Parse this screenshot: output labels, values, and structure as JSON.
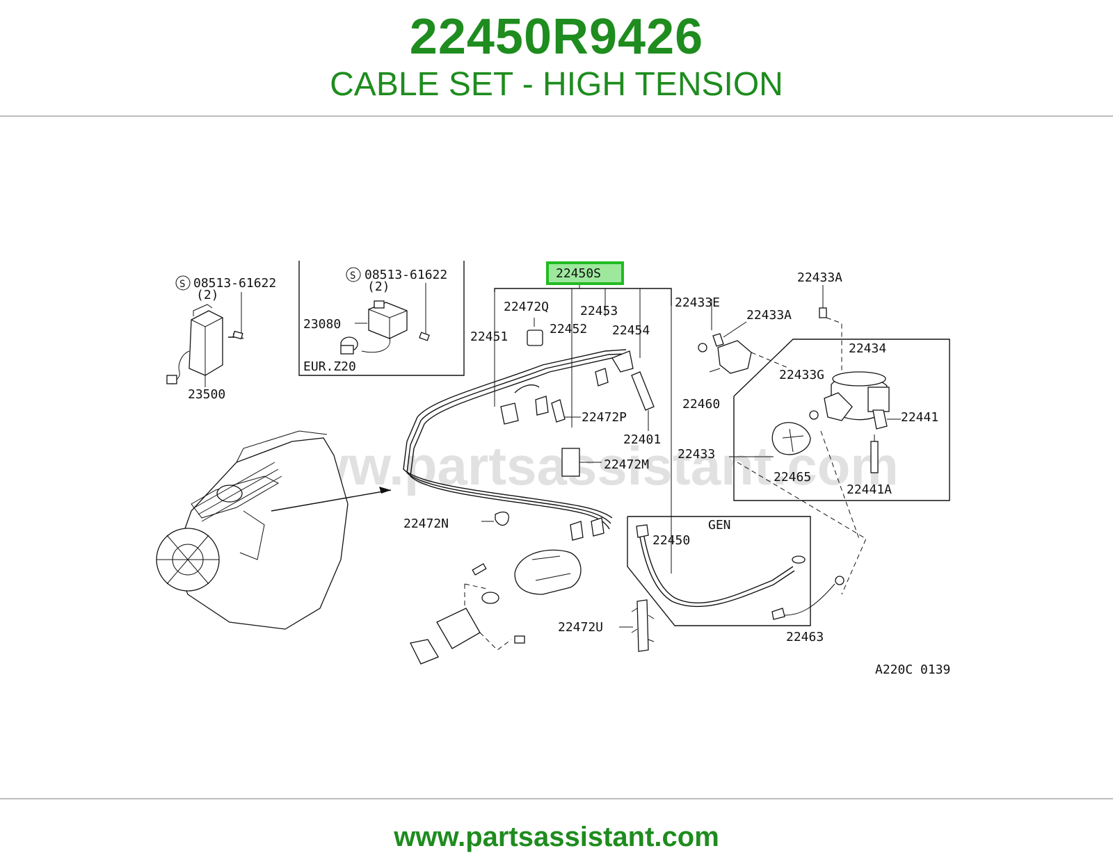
{
  "header": {
    "part_number": "22450R9426",
    "part_name": "CABLE SET - HIGH TENSION"
  },
  "footer": {
    "url": "www.partsassistant.com"
  },
  "diagram": {
    "watermark": "www.partsassistant.com",
    "diagram_code": "A220C 0139",
    "highlight_color": "#33cc33",
    "callouts": {
      "c08513_left": "08513-61622",
      "c08513_left_qty": "(2)",
      "c08513_inset": "08513-61622",
      "c08513_inset_qty": "(2)",
      "c23080": "23080",
      "c23500": "23500",
      "eur_z20": "EUR.Z20",
      "c22450S": "22450S",
      "c22472Q": "22472Q",
      "c22453": "22453",
      "c22452": "22452",
      "c22454": "22454",
      "c22451": "22451",
      "c22472P": "22472P",
      "c22401": "22401",
      "c22472M": "22472M",
      "c22472N": "22472N",
      "c22472U": "22472U",
      "c22433A_top": "22433A",
      "c22433E": "22433E",
      "c22433A_mid": "22433A",
      "c22434": "22434",
      "c22433G": "22433G",
      "c22460": "22460",
      "c22441": "22441",
      "c22433": "22433",
      "c22465": "22465",
      "c22441A": "22441A",
      "gen": "GEN",
      "c22450": "22450",
      "c22463": "22463"
    }
  }
}
